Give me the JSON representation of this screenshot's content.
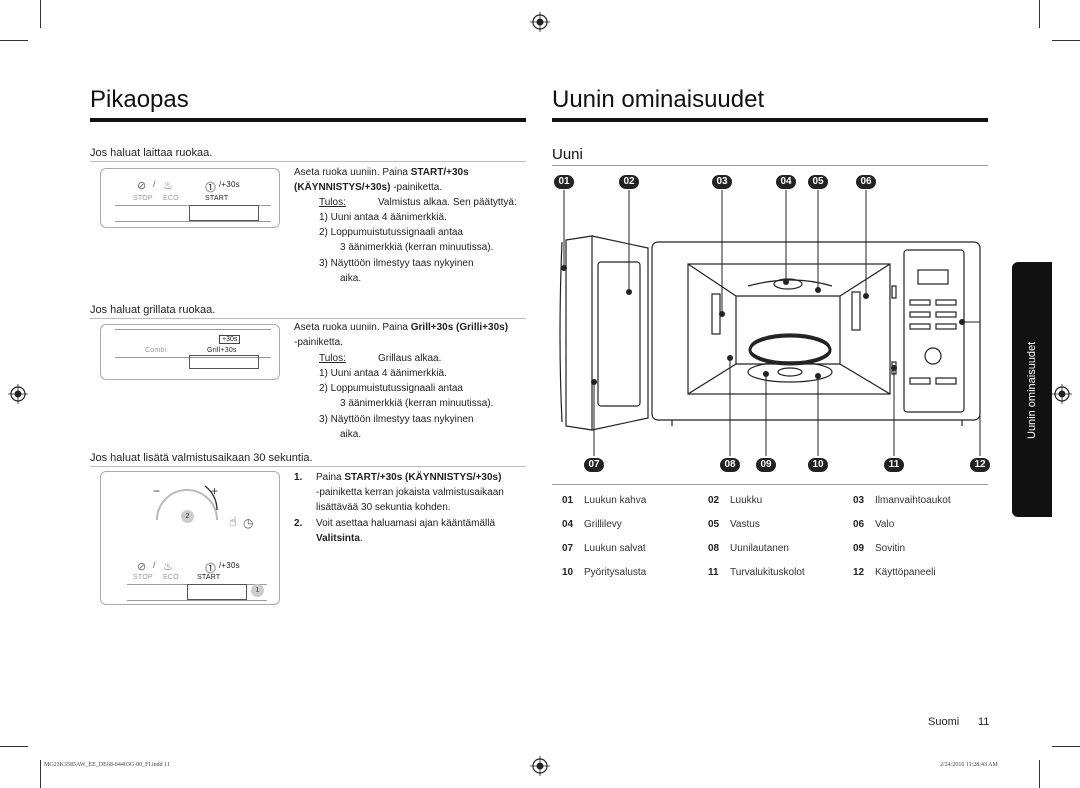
{
  "left_section": {
    "title": "Pikaopas",
    "cook": {
      "heading": "Jos haluat laittaa ruokaa.",
      "instruction_pre": "Aseta ruoka uuniin. Paina ",
      "instruction_button": "START/+30s",
      "instruction_button2": "(KÄYNNISTYS/+30s)",
      "instruction_post": " -painiketta.",
      "result_label": "Tulos:",
      "result_text": "Valmistus alkaa. Sen päätyttyä:",
      "steps": [
        "1)  Uuni antaa 4 äänimerkkiä.",
        "2)  Loppumuistutussignaali antaa",
        "3 äänimerkkiä (kerran minuutissa).",
        "3)  Näyttöön ilmestyy taas nykyinen",
        "aika."
      ],
      "panel": {
        "stop": "STOP",
        "eco": "ECO",
        "start": "START",
        "plus30": "/+30s"
      }
    },
    "grill": {
      "heading": "Jos haluat grillata ruokaa.",
      "instruction_pre": "Aseta ruoka uuniin. Paina ",
      "instruction_button": "Grill+30s (Grilli+30s)",
      "instruction_post": "-painiketta.",
      "result_label": "Tulos:",
      "result_text": "Grillaus alkaa.",
      "steps": [
        "1)  Uuni antaa 4 äänimerkkiä.",
        "2)  Loppumuistutussignaali antaa",
        "3 äänimerkkiä (kerran minuutissa).",
        "3)  Näyttöön ilmestyy taas nykyinen",
        "aika."
      ],
      "panel": {
        "combi": "Combi",
        "grill": "Grill+30s",
        "grill_icon": "+30s"
      }
    },
    "add_time": {
      "heading": "Jos haluat lisätä valmistusaikaan 30 sekuntia.",
      "step1_num": "1.",
      "step1_pre": "Paina ",
      "step1_button": "START/+30s (KÄYNNISTYS/+30s)",
      "step1_rest_1": "-painiketta kerran jokaista valmistusaikaan",
      "step1_rest_2": "lisättävää 30 sekuntia kohden.",
      "step2_num": "2.",
      "step2_text_1": "Voit asettaa haluamasi ajan kääntämällä",
      "step2_button": "Valitsinta",
      "step2_end": ".",
      "panel": {
        "minus": "−",
        "plus": "+",
        "num1": "1",
        "num2": "2",
        "stop": "STOP",
        "eco": "ECO",
        "start": "START",
        "plus30": "/+30s"
      }
    }
  },
  "right_section": {
    "title": "Uunin ominaisuudet",
    "subtitle": "Uuni",
    "callouts_top": [
      "01",
      "02",
      "03",
      "04",
      "05",
      "06"
    ],
    "callouts_bottom": [
      "07",
      "08",
      "09",
      "10",
      "11",
      "12"
    ],
    "legend": [
      {
        "num": "01",
        "label": "Luukun kahva"
      },
      {
        "num": "02",
        "label": "Luukku"
      },
      {
        "num": "03",
        "label": "Ilmanvaihtoaukot"
      },
      {
        "num": "04",
        "label": "Grillilevy"
      },
      {
        "num": "05",
        "label": "Vastus"
      },
      {
        "num": "06",
        "label": "Valo"
      },
      {
        "num": "07",
        "label": "Luukun salvat"
      },
      {
        "num": "08",
        "label": "Uunilautanen"
      },
      {
        "num": "09",
        "label": "Sovitin"
      },
      {
        "num": "10",
        "label": "Pyöritysalusta"
      },
      {
        "num": "11",
        "label": "Turvalukituskolot"
      },
      {
        "num": "12",
        "label": "Käyttöpaneeli"
      }
    ]
  },
  "side_tab": "Uunin ominaisuudet",
  "footer": {
    "language": "Suomi",
    "page": "11",
    "file": "MG23K3585AW_EE_DE68-04403G-00_FI.indd   11",
    "timestamp": "2/24/2016   11:28:43 AM"
  },
  "colors": {
    "text": "#222222",
    "rule": "#111111",
    "badge": "#222222",
    "tab": "#111111"
  }
}
